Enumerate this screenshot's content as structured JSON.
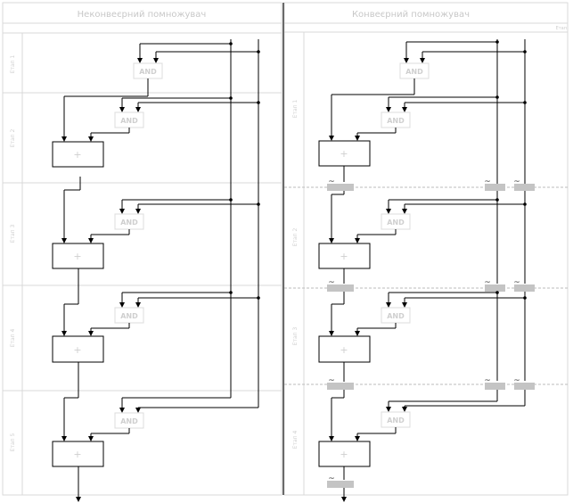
{
  "left_panel": {
    "title": "Неконвеєрний помножувач",
    "stages": [
      "Етап 1",
      "Етап 2",
      "Етап 3",
      "Етап 4",
      "Етап 5"
    ],
    "gate_label": "AND",
    "adder_label": "+"
  },
  "right_panel": {
    "title": "Конвеєрний помножувач",
    "corner_label": "Етап",
    "stages": [
      "Етап 1",
      "Етап 2",
      "Етап 3",
      "Етап 4"
    ],
    "gate_label": "AND",
    "adder_label": "+",
    "register_mark": "~"
  }
}
